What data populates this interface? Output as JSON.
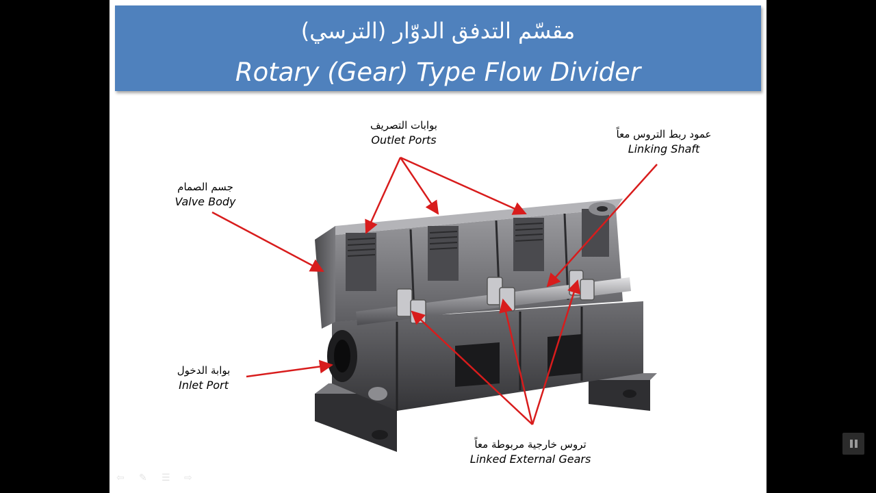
{
  "slide": {
    "title_ar": "مقسّم التدفق الدوّار (الترسي)",
    "title_en": "Rotary (Gear) Type Flow Divider"
  },
  "labels": {
    "outlet": {
      "ar": "بوابات التصريف",
      "en": "Outlet Ports"
    },
    "shaft": {
      "ar": "عمود ربط التروس معاً",
      "en": "Linking Shaft"
    },
    "body": {
      "ar": "جسم الصمام",
      "en": "Valve Body"
    },
    "inlet": {
      "ar": "بوابة الدخول",
      "en": "Inlet Port"
    },
    "gears": {
      "ar": "تروس خارجية مربوطة معاً",
      "en": "Linked External Gears"
    }
  },
  "colors": {
    "title_bg": "#4f81bd",
    "arrow": "#d81c1c",
    "metal_dark": "#3a3a3c",
    "metal_mid": "#6b6b6e",
    "metal_light": "#a8a8ab"
  },
  "player": {
    "prev_icon": "arrow-left-icon",
    "pen_icon": "pen-icon",
    "menu_icon": "menu-icon",
    "next_icon": "arrow-right-icon",
    "pause_icon": "pause-icon"
  }
}
